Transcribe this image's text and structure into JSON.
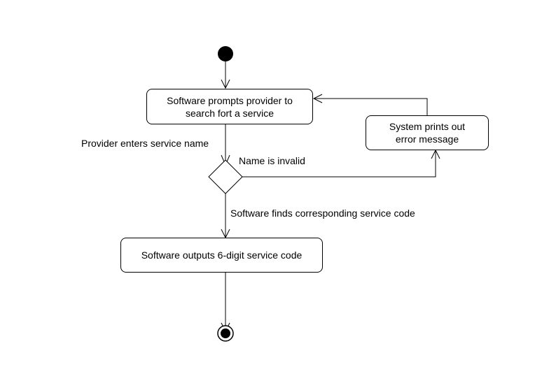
{
  "diagram": {
    "nodes": {
      "prompt": "Software prompts provider to\nsearch fort a service",
      "error": "System prints out\nerror message",
      "output": "Software outputs 6-digit service code"
    },
    "edge_labels": {
      "enters_name": "Provider enters service name",
      "invalid": "Name is invalid",
      "finds_code": "Software finds corresponding service code"
    }
  },
  "colors": {
    "stroke": "#000000",
    "background": "#ffffff"
  }
}
